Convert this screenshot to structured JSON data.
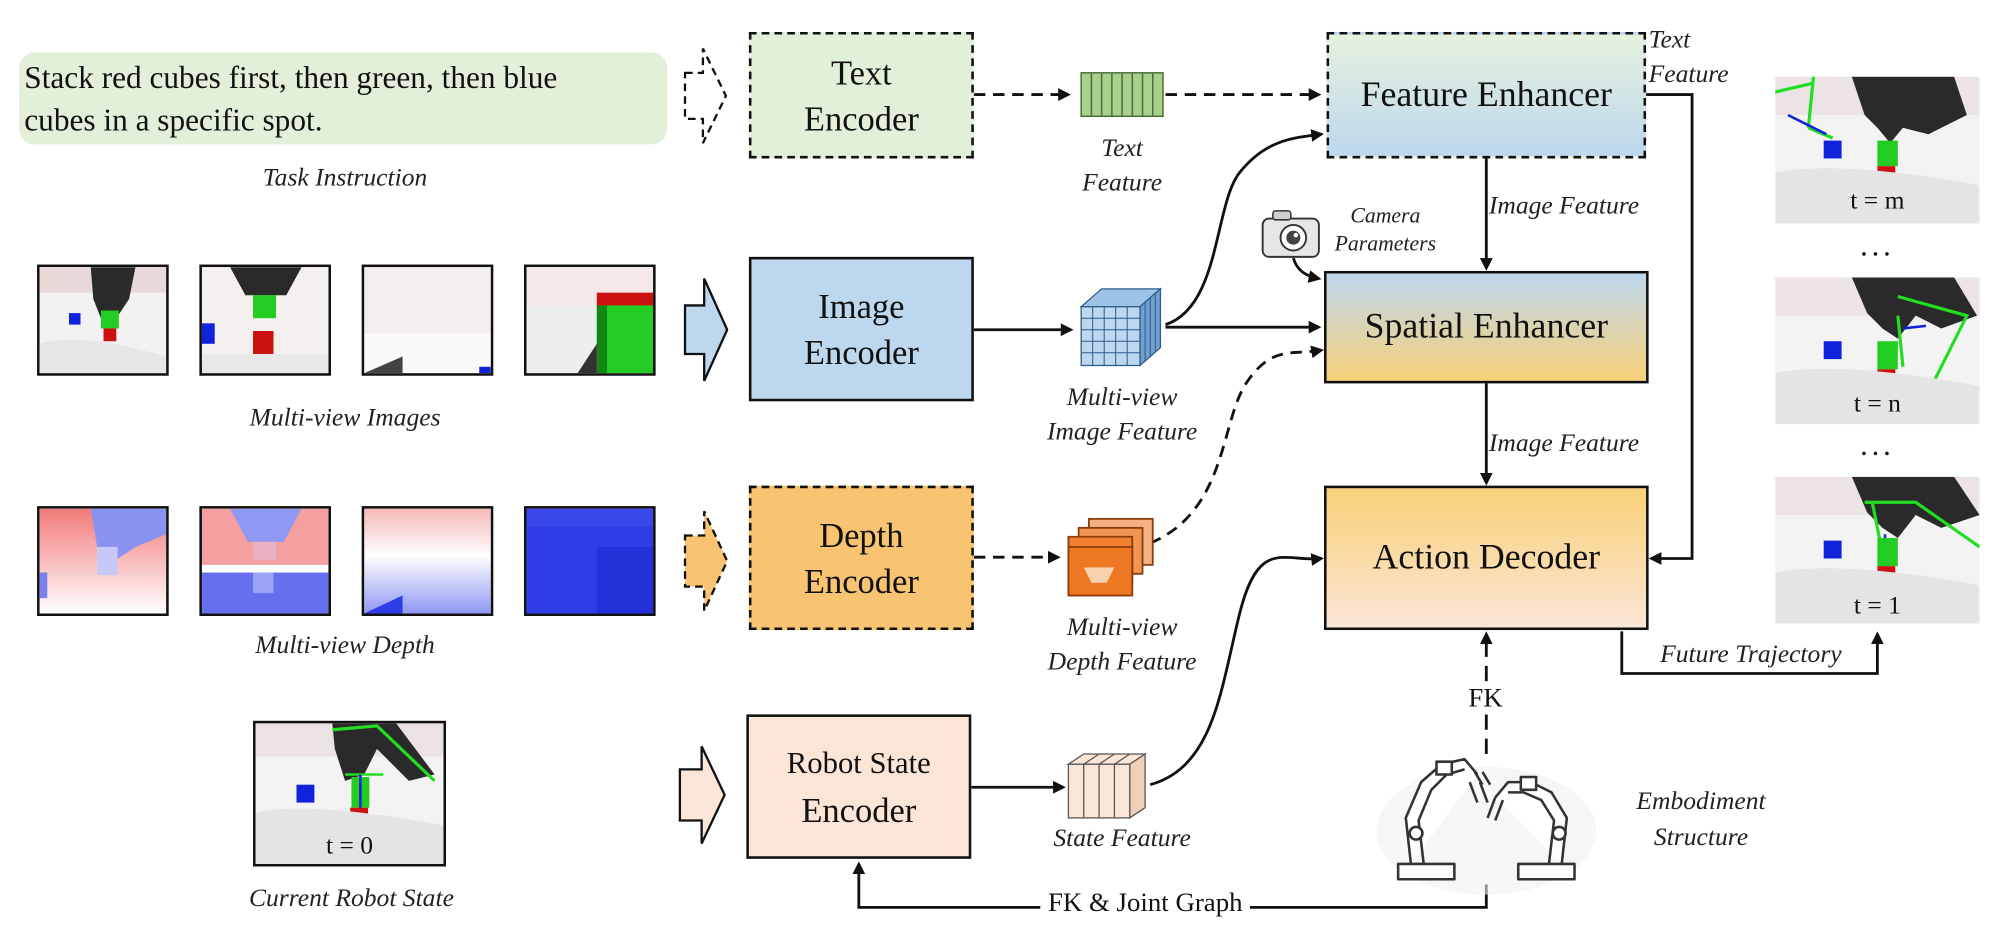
{
  "instruction": {
    "line1": "Stack red cubes first, then green, then blue",
    "line2": "cubes in a specific spot.",
    "caption": "Task Instruction"
  },
  "inputs": {
    "multiview_images_caption": "Multi-view Images",
    "multiview_depth_caption": "Multi-view Depth",
    "current_state_caption": "Current Robot State",
    "current_state_time": "t = 0"
  },
  "encoders": {
    "text": [
      "Text",
      "Encoder"
    ],
    "image": [
      "Image",
      "Encoder"
    ],
    "depth": [
      "Depth",
      "Encoder"
    ],
    "robot_state": [
      "Robot State",
      "Encoder"
    ]
  },
  "features": {
    "text": [
      "Text",
      "Feature"
    ],
    "image": [
      "Multi-view",
      "Image Feature"
    ],
    "depth": [
      "Multi-view",
      "Depth Feature"
    ],
    "state": "State Feature",
    "text_to_decoder": [
      "Text",
      "Feature"
    ],
    "image_feature_1": "Image Feature",
    "image_feature_2": "Image Feature"
  },
  "camera": [
    "Camera",
    "Parameters"
  ],
  "modules": {
    "feature_enhancer": "Feature Enhancer",
    "spatial_enhancer": "Spatial Enhancer",
    "action_decoder": "Action Decoder"
  },
  "embodiment": {
    "caption": [
      "Embodiment",
      "Structure"
    ],
    "fk": "FK",
    "fk_joint_graph": "FK & Joint Graph"
  },
  "output": {
    "future_trajectory": "Future Trajectory",
    "time_labels": [
      "t = m",
      "t = n",
      "t = 1"
    ],
    "ellipsis": "..."
  },
  "colors": {
    "instruction_bg": "#e2efd9",
    "text_encoder_bg": "#e2efd9",
    "image_encoder_bg": "#bdd7ee",
    "depth_encoder_bg": "#f8c471",
    "state_encoder_bg": "#fbe5d6",
    "feature_enhancer_gradient": [
      "#e2efd9",
      "#bdd7ee"
    ],
    "spatial_enhancer_gradient": [
      "#bdd7ee",
      "#f8d177"
    ],
    "action_decoder_gradient": [
      "#f8d177",
      "#fbe5d6"
    ]
  }
}
